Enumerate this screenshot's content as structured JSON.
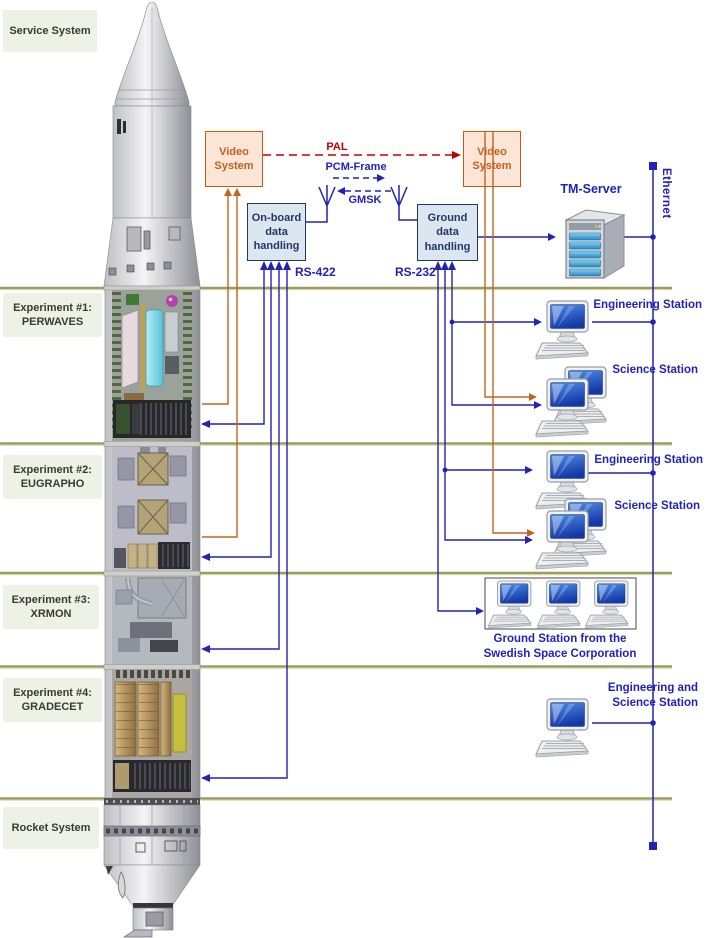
{
  "left_labels": [
    {
      "lines": [
        "Service System"
      ]
    },
    {
      "lines": [
        "Experiment #1:",
        "PERWAVES"
      ]
    },
    {
      "lines": [
        "Experiment #2:",
        "EUGRAPHO"
      ]
    },
    {
      "lines": [
        "Experiment #3:",
        "XRMON"
      ]
    },
    {
      "lines": [
        "Experiment #4:",
        "GRADECET"
      ]
    },
    {
      "lines": [
        "Rocket System"
      ]
    }
  ],
  "boxes": {
    "video_left": {
      "lines": [
        "Video",
        "System"
      ]
    },
    "video_right": {
      "lines": [
        "Video",
        "System"
      ]
    },
    "onboard": {
      "lines": [
        "On-board",
        "data",
        "handling"
      ]
    },
    "ground": {
      "lines": [
        "Ground",
        "data",
        "handling"
      ]
    }
  },
  "links": {
    "pal": "PAL",
    "pcm_frame": "PCM-Frame",
    "gmsk": "GMSK",
    "rs422": "RS-422",
    "rs232": "RS-232",
    "ethernet": "Ethernet"
  },
  "nodes": {
    "tm_server": "TM-Server",
    "eng_station_1": "Engineering Station",
    "sci_station_1": "Science Station",
    "eng_station_2": "Engineering Station",
    "sci_station_2": "Science Station",
    "ground_station": {
      "lines": [
        "Ground Station from the",
        "Swedish Space Corporation"
      ]
    },
    "eng_sci_station": {
      "lines": [
        "Engineering and",
        "Science Station"
      ]
    }
  },
  "colors": {
    "blue_line": "#2222b4",
    "orange_line": "#c0651e",
    "red_line": "#c00000",
    "olive_divider": "#9c9c5e",
    "navy_box": "#1f3864",
    "station_label_blue": "#2121c0"
  }
}
